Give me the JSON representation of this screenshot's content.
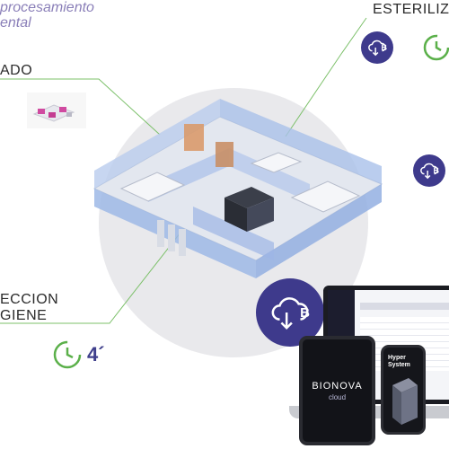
{
  "labels": {
    "subtitle_line1": "procesamiento",
    "subtitle_line2": "ental",
    "esteriliza": "ESTERILIZA",
    "ado": "ADO",
    "ecccion": "ECCION",
    "giene": "GIENE"
  },
  "timer": {
    "value": "4´"
  },
  "cloud_badges": [
    {
      "letter": "B"
    },
    {
      "letter": "B"
    },
    {
      "letter": "B"
    }
  ],
  "tablet": {
    "brand": "BIONOVA",
    "sub": "cloud"
  },
  "phone": {
    "line1": "Hyper",
    "line2": "System"
  },
  "colors": {
    "badge": "#3e3a8c",
    "timer_green": "#5bb04a",
    "connector_green": "#7cc06a",
    "room_blue": "#9db8e6"
  }
}
